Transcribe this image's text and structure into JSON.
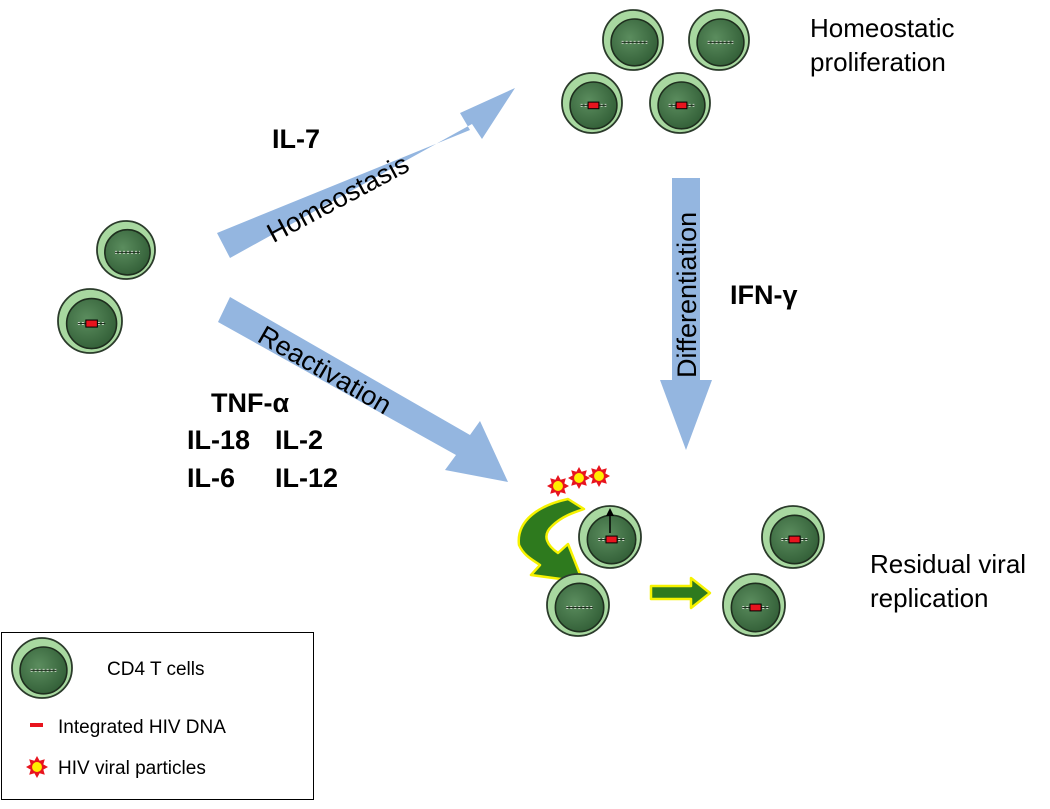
{
  "labels": {
    "homeostatic": "Homeostatic\nproliferation",
    "residual": "Residual viral\nreplication",
    "il7": "IL-7",
    "ifn": "IFN-γ",
    "tnf": "TNF-α",
    "il18": "IL-18",
    "il2": "IL-2",
    "il6": "IL-6",
    "il12": "IL-12"
  },
  "arrows": {
    "homeostasis": "Homeostasis",
    "reactivation": "Reactivation",
    "differentiation": "Differentiation"
  },
  "legend": {
    "cells": "CD4 T cells",
    "dna": "Integrated HIV DNA",
    "particles": "HIV viral particles"
  },
  "colors": {
    "cell_outer": "#a8d8a0",
    "cell_inner": "#4f7d52",
    "arrow_blue": "#94b6e0",
    "dna_red": "#e8141e",
    "particle_red": "#e8141e",
    "particle_yellow": "#ffee00",
    "green_arrow": "#2e7a1e",
    "yellow_outline": "#f6f200"
  }
}
